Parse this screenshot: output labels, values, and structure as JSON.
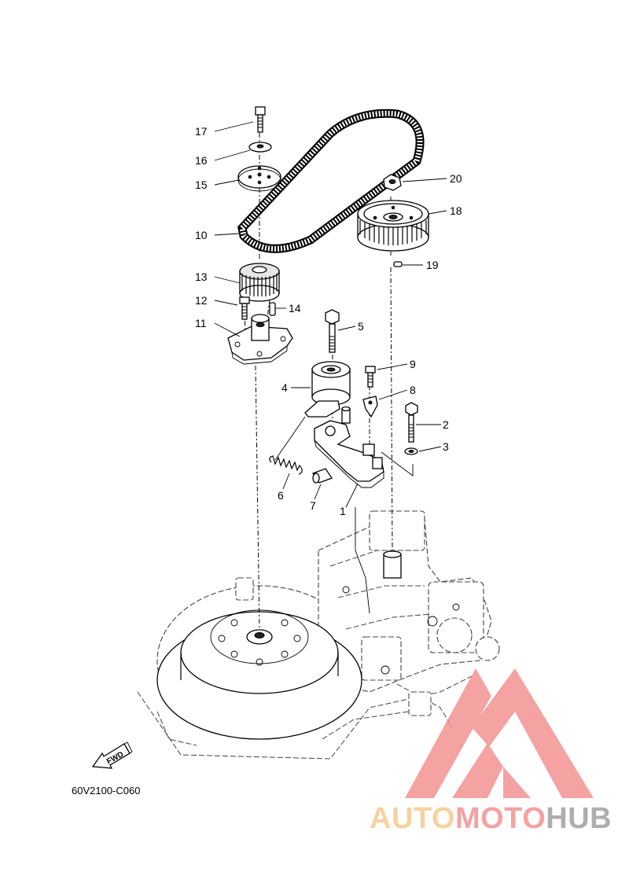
{
  "diagram": {
    "drawing_code": "60V2100-C060",
    "fwd_label": "FWD",
    "callouts": [
      {
        "id": "c1",
        "text": "1"
      },
      {
        "id": "c2",
        "text": "2"
      },
      {
        "id": "c3",
        "text": "3"
      },
      {
        "id": "c4",
        "text": "4"
      },
      {
        "id": "c5",
        "text": "5"
      },
      {
        "id": "c6",
        "text": "6"
      },
      {
        "id": "c7",
        "text": "7"
      },
      {
        "id": "c8",
        "text": "8"
      },
      {
        "id": "c9",
        "text": "9"
      },
      {
        "id": "c10",
        "text": "10"
      },
      {
        "id": "c11",
        "text": "11"
      },
      {
        "id": "c12",
        "text": "12"
      },
      {
        "id": "c13",
        "text": "13"
      },
      {
        "id": "c14",
        "text": "14"
      },
      {
        "id": "c15",
        "text": "15"
      },
      {
        "id": "c16",
        "text": "16"
      },
      {
        "id": "c17",
        "text": "17"
      },
      {
        "id": "c18",
        "text": "18"
      },
      {
        "id": "c19",
        "text": "19"
      },
      {
        "id": "c20",
        "text": "20"
      }
    ]
  },
  "watermark": {
    "brand_part1": "AUTO",
    "brand_part2": "MOTO",
    "brand_part3": "HUB",
    "color_light": "#f5c888",
    "color_mid": "#f28b8b",
    "color_dark": "#9a9a9a"
  }
}
